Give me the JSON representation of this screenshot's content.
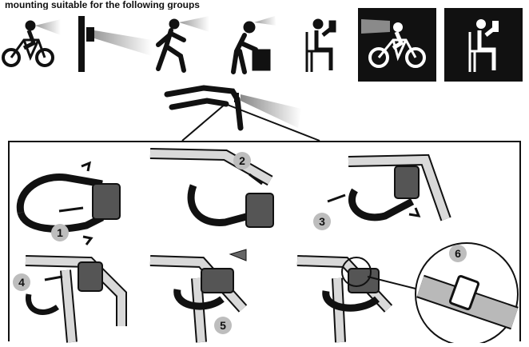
{
  "caption": "mounting suitable for the following groups",
  "usage_icons": [
    {
      "name": "cyclist",
      "inverted": false
    },
    {
      "name": "wall-mount",
      "inverted": false
    },
    {
      "name": "runner",
      "inverted": false
    },
    {
      "name": "worker",
      "inverted": false
    },
    {
      "name": "seated-reader",
      "inverted": false
    },
    {
      "name": "cyclist-helmet",
      "inverted": true
    },
    {
      "name": "seated-reader",
      "inverted": true
    }
  ],
  "steps": [
    "1",
    "2",
    "3",
    "4",
    "5",
    "6"
  ],
  "colors": {
    "ink": "#111111",
    "tube": "#d9d9d9",
    "badge": "#bdbdbd",
    "beam": "#bfbfbf"
  }
}
